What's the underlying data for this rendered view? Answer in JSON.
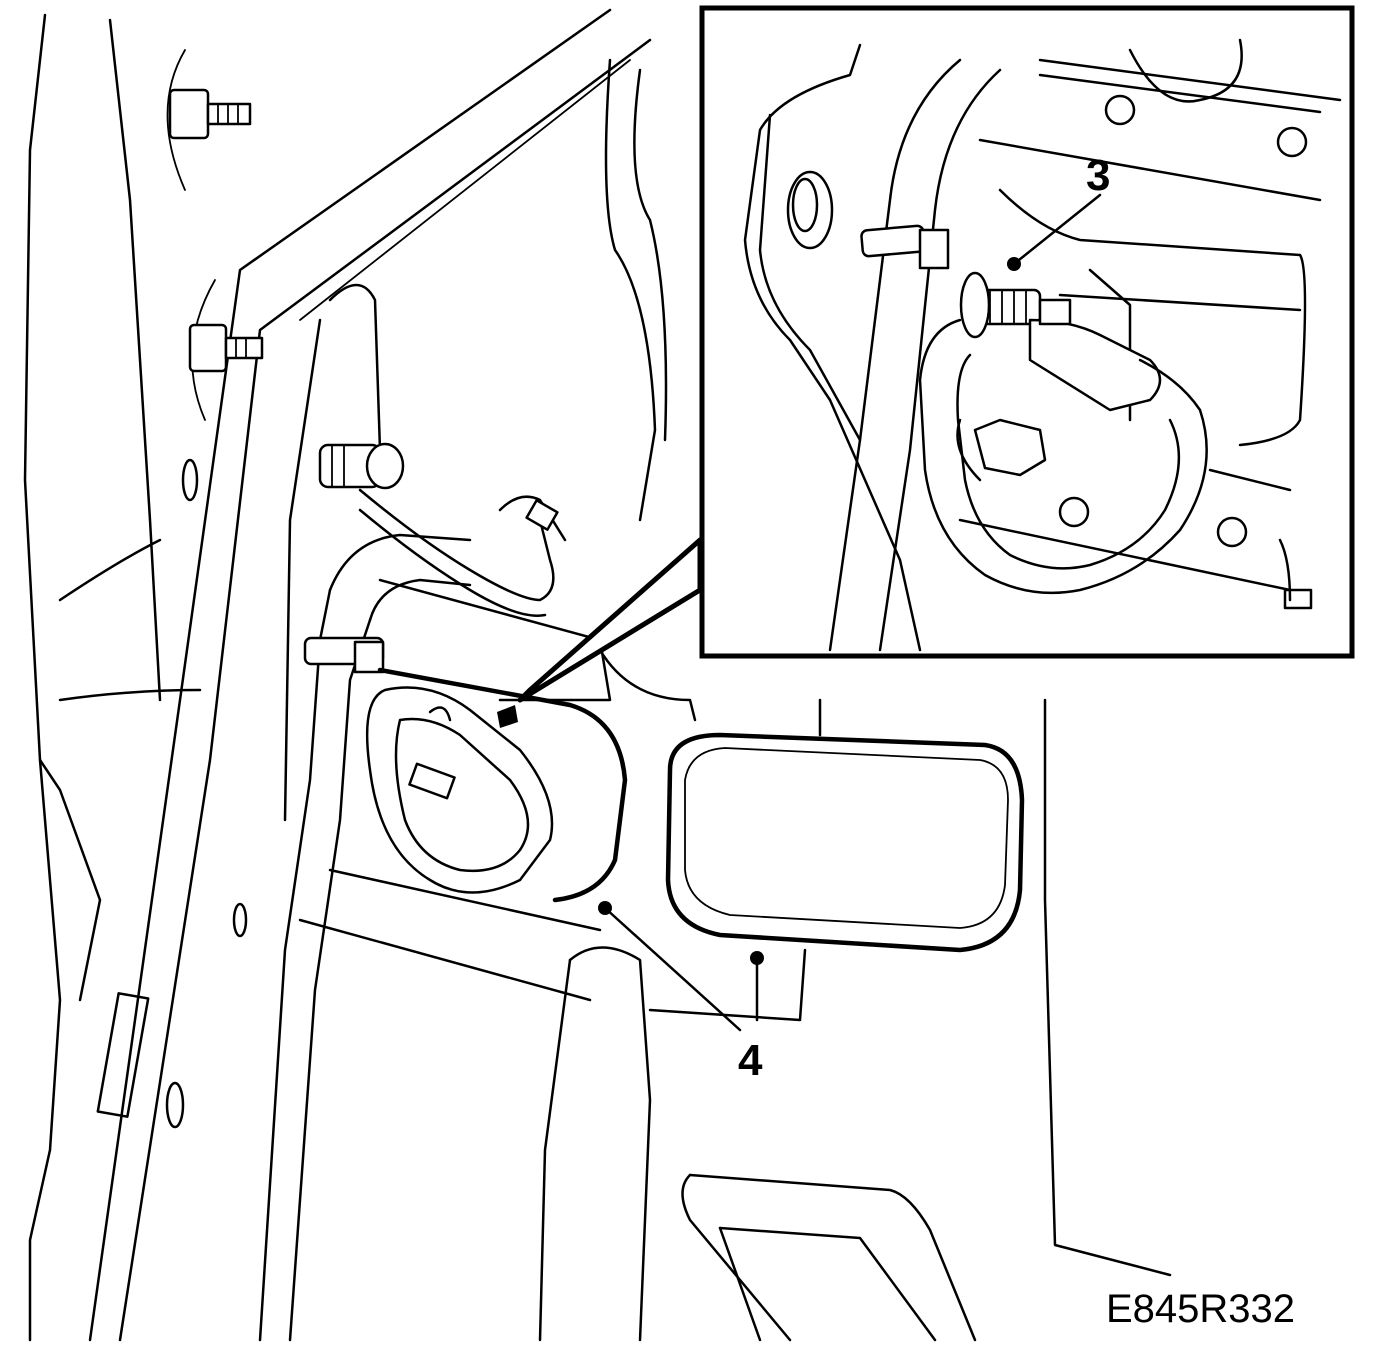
{
  "figure": {
    "code": "E845R332",
    "callouts": [
      {
        "id": "callout-3",
        "label": "3"
      },
      {
        "id": "callout-4",
        "label": "4"
      }
    ]
  },
  "colors": {
    "line": "#000000",
    "background": "#ffffff"
  }
}
